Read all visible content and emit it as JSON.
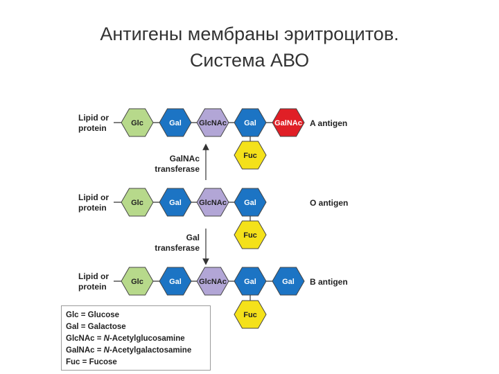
{
  "title": {
    "line1": "Антигены мембраны эритроцитов.",
    "line2": "Система АВО"
  },
  "colors": {
    "glc": "#b7d98b",
    "gal": "#1c74c4",
    "glcnac": "#b2a6d6",
    "galnac_red": "#e01f26",
    "fuc": "#f4e11a",
    "stroke": "#444444"
  },
  "rows": [
    {
      "anchor": "Lipid or protein",
      "anchor_lines": [
        "Lipid or",
        "protein"
      ],
      "chain": [
        "Glc",
        "Gal",
        "GlcNAc",
        "Gal",
        "GalNAc"
      ],
      "branch": "Fuc",
      "antigen": "A antigen"
    },
    {
      "anchor": "Lipid or protein",
      "anchor_lines": [
        "Lipid or",
        "protein"
      ],
      "chain": [
        "Glc",
        "Gal",
        "GlcNAc",
        "Gal"
      ],
      "branch": "Fuc",
      "antigen": "O antigen"
    },
    {
      "anchor": "Lipid or protein",
      "anchor_lines": [
        "Lipid or",
        "protein"
      ],
      "chain": [
        "Glc",
        "Gal",
        "GlcNAc",
        "Gal",
        "Gal"
      ],
      "branch": "Fuc",
      "antigen": "B antigen"
    }
  ],
  "enzymes": [
    {
      "lines": [
        "GalNAc",
        "transferase"
      ],
      "direction": "up"
    },
    {
      "lines": [
        "Gal",
        "transferase"
      ],
      "direction": "down"
    }
  ],
  "legend": [
    {
      "abbr": "Glc",
      "eq": " = ",
      "name": "Glucose",
      "italic_prefix": ""
    },
    {
      "abbr": "Gal",
      "eq": " = ",
      "name": "Galactose",
      "italic_prefix": ""
    },
    {
      "abbr": "GlcNAc",
      "eq": " = ",
      "italic_prefix": "N",
      "name": "-Acetylglucosamine"
    },
    {
      "abbr": "GalNAc",
      "eq": " = ",
      "italic_prefix": "N",
      "name": "-Acetylgalactosamine"
    },
    {
      "abbr": "Fuc",
      "eq": " = ",
      "name": "Fucose",
      "italic_prefix": ""
    }
  ]
}
